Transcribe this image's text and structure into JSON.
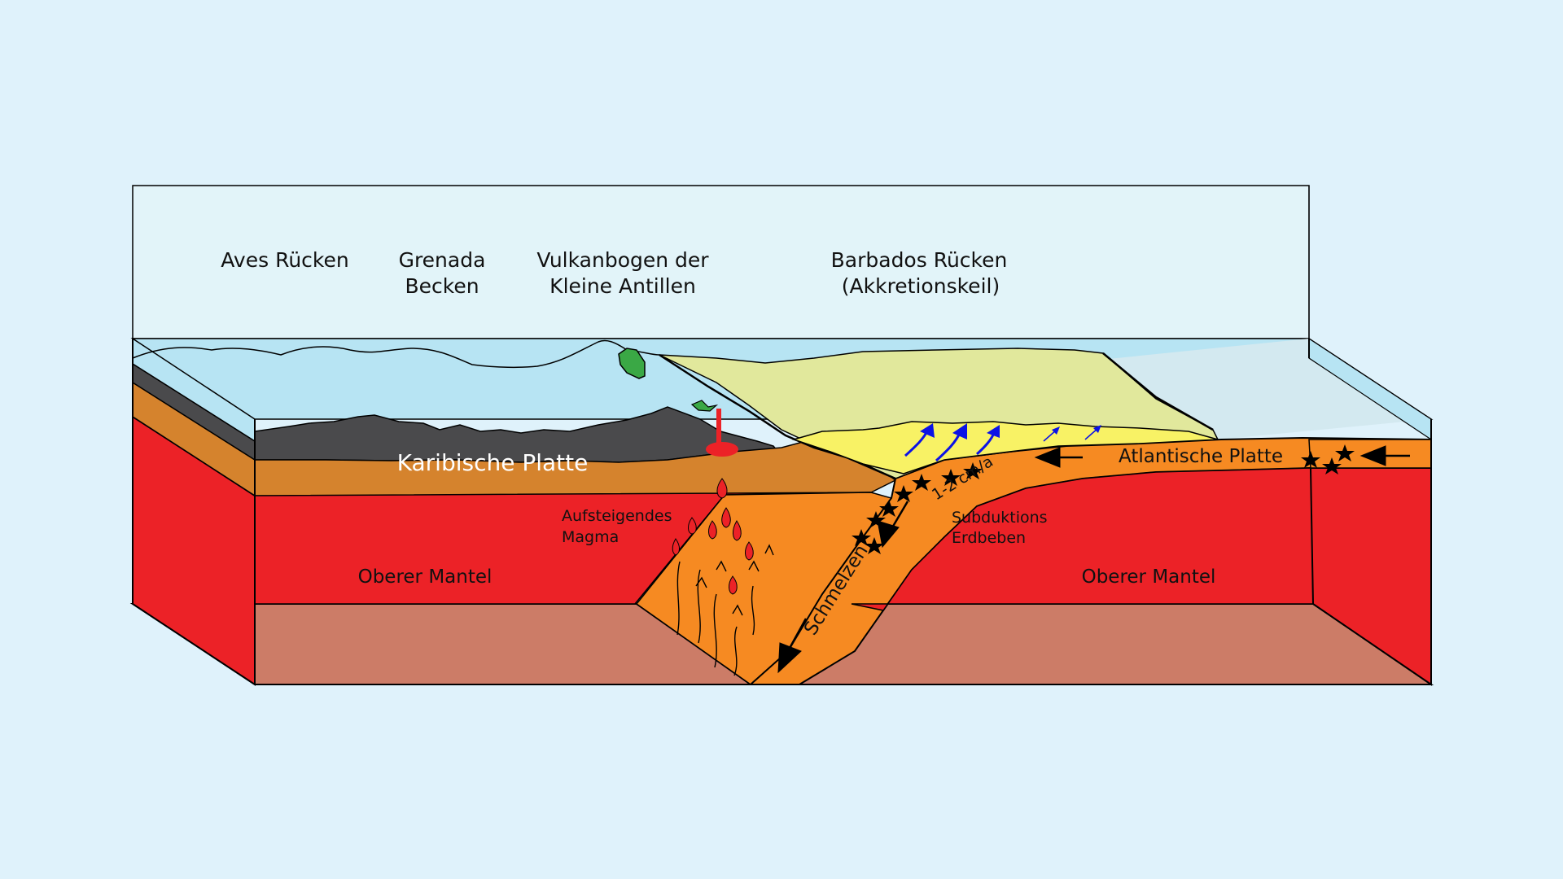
{
  "labels": {
    "aves_ruecken": "Aves Rücken",
    "grenada_line1": "Grenada",
    "grenada_line2": "Becken",
    "vulkan_line1": "Vulkanbogen der",
    "vulkan_line2": "Kleine Antillen",
    "barbados_line1": "Barbados Rücken",
    "barbados_line2": "(Akkretionskeil)",
    "karibische_platte": "Karibische Platte",
    "atlantische_platte": "Atlantische Platte",
    "aufsteigendes_line1": "Aufsteigendes",
    "aufsteigendes_line2": "Magma",
    "oberer_mantel_left": "Oberer Mantel",
    "oberer_mantel_right": "Oberer Mantel",
    "rate": "1-2 cm/a",
    "subduktions_line1": "Subduktions",
    "subduktions_line2": "Erdbeben",
    "schmelzen": "Schmelzen"
  },
  "colors": {
    "background": "#dff2fb",
    "sky_box": "#e2f4f9",
    "ocean": "#b7e4f3",
    "ocean_right": "#d3e9f0",
    "caribbean_crust": "#4a4a4c",
    "sediment": "#d5832d",
    "mantle": "#ec2227",
    "slab": "#f68a22",
    "accretion_wedge": "#e1e89c",
    "accretion_front": "#f8f265",
    "lower_mantle": "#cc7c67",
    "island": "#3aa845",
    "magma": "#ec2227",
    "uplift_arrows": "#0b12e6"
  }
}
